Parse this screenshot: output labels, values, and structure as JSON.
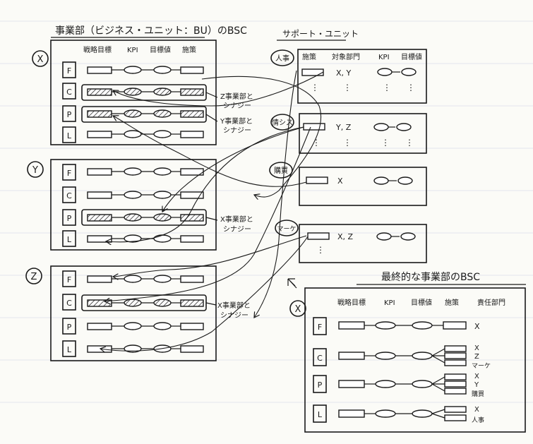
{
  "titles": {
    "bu_bsc": "事業部（ビジネス・ユニット：BU）のBSC",
    "support_unit": "サポート・ユニット",
    "final_bsc": "最終的な事業部のBSC"
  },
  "bu_headers": [
    "戦略目標",
    "KPI",
    "目標値",
    "施策"
  ],
  "support_headers": [
    "施策",
    "対象部門",
    "KPI",
    "目標値"
  ],
  "final_headers": [
    "戦略目標",
    "KPI",
    "目標値",
    "施策",
    "責任部門"
  ],
  "units": {
    "x": {
      "label": "X",
      "rows": [
        "F",
        "C",
        "P",
        "L"
      ],
      "notes": [
        {
          "line1": "Z事業部と",
          "line2": "シナジー"
        },
        {
          "line1": "Y事業部と",
          "line2": "シナジー"
        }
      ]
    },
    "y": {
      "label": "Y",
      "rows": [
        "F",
        "C",
        "P",
        "L"
      ],
      "notes": [
        {
          "line1": "X事業部と",
          "line2": "シナジー"
        }
      ]
    },
    "z": {
      "label": "Z",
      "rows": [
        "F",
        "C",
        "P",
        "L"
      ],
      "notes": [
        {
          "line1": "X事業部と",
          "line2": "シナジー"
        }
      ]
    }
  },
  "support": [
    {
      "label": "人事",
      "targets": "X, Y"
    },
    {
      "label": "情シス",
      "targets": "Y, Z"
    },
    {
      "label": "購買",
      "targets": "X"
    },
    {
      "label": "マーケ",
      "targets": "X, Z"
    }
  ],
  "final": {
    "label": "X",
    "rows": [
      {
        "label": "F",
        "owners": [
          "X"
        ]
      },
      {
        "label": "C",
        "owners": [
          "X",
          "Z",
          "マーケ"
        ]
      },
      {
        "label": "P",
        "owners": [
          "X",
          "Y",
          "購買"
        ]
      },
      {
        "label": "L",
        "owners": [
          "X",
          "人事"
        ]
      }
    ]
  },
  "symbols": {
    "dots": "⋮"
  }
}
